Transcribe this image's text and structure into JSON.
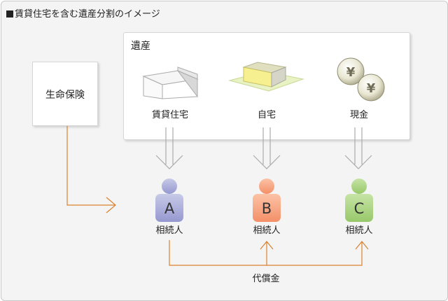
{
  "title": "■賃貸住宅を含む遺産分割のイメージ",
  "insurance": {
    "label": "生命保険"
  },
  "assets": {
    "title": "遺産",
    "items": [
      {
        "label": "賃貸住宅",
        "icon": "rental-building-icon"
      },
      {
        "label": "自宅",
        "icon": "house-icon"
      },
      {
        "label": "現金",
        "icon": "yen-coins-icon"
      }
    ]
  },
  "heirs": [
    {
      "letter": "A",
      "label": "相続人",
      "color": "#a5a8d8"
    },
    {
      "letter": "B",
      "label": "相続人",
      "color": "#f59a76"
    },
    {
      "letter": "C",
      "label": "相続人",
      "color": "#a3cf78"
    }
  ],
  "compensation": {
    "label": "代償金"
  },
  "colors": {
    "orange_arrow": "#d9822f",
    "gray_arrow": "#aaaaaa",
    "background": "#f4f4f4"
  }
}
